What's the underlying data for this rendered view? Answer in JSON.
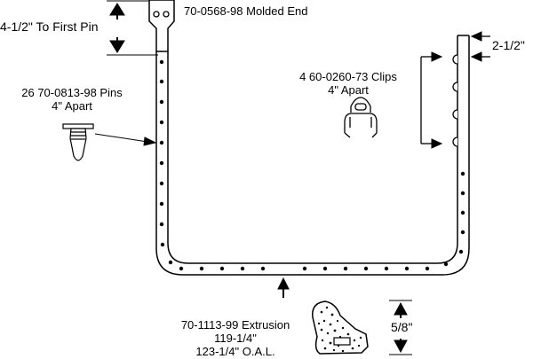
{
  "labels": {
    "first_pin": "4-1/2\" To First Pin",
    "molded_end": "70-0568-98 Molded End",
    "pins_line1": "26 70-0813-98 Pins",
    "pins_line2": "4\" Apart",
    "clips_line1": "4 60-0260-73 Clips",
    "clips_line2": "4\" Apart",
    "clip_offset": "2-1/2\"",
    "extrusion_line1": "70-1113-99 Extrusion",
    "extrusion_line2": "119-1/4\"",
    "extrusion_line3": "123-1/4\" O.A.L.",
    "profile_height": "5/8\""
  },
  "colors": {
    "ink": "#000000",
    "paper": "#ffffff"
  },
  "icons": {
    "molded_end": "molded-end-icon",
    "pin": "push-pin-icon",
    "clip": "clip-icon",
    "profile": "extrusion-profile-icon"
  }
}
